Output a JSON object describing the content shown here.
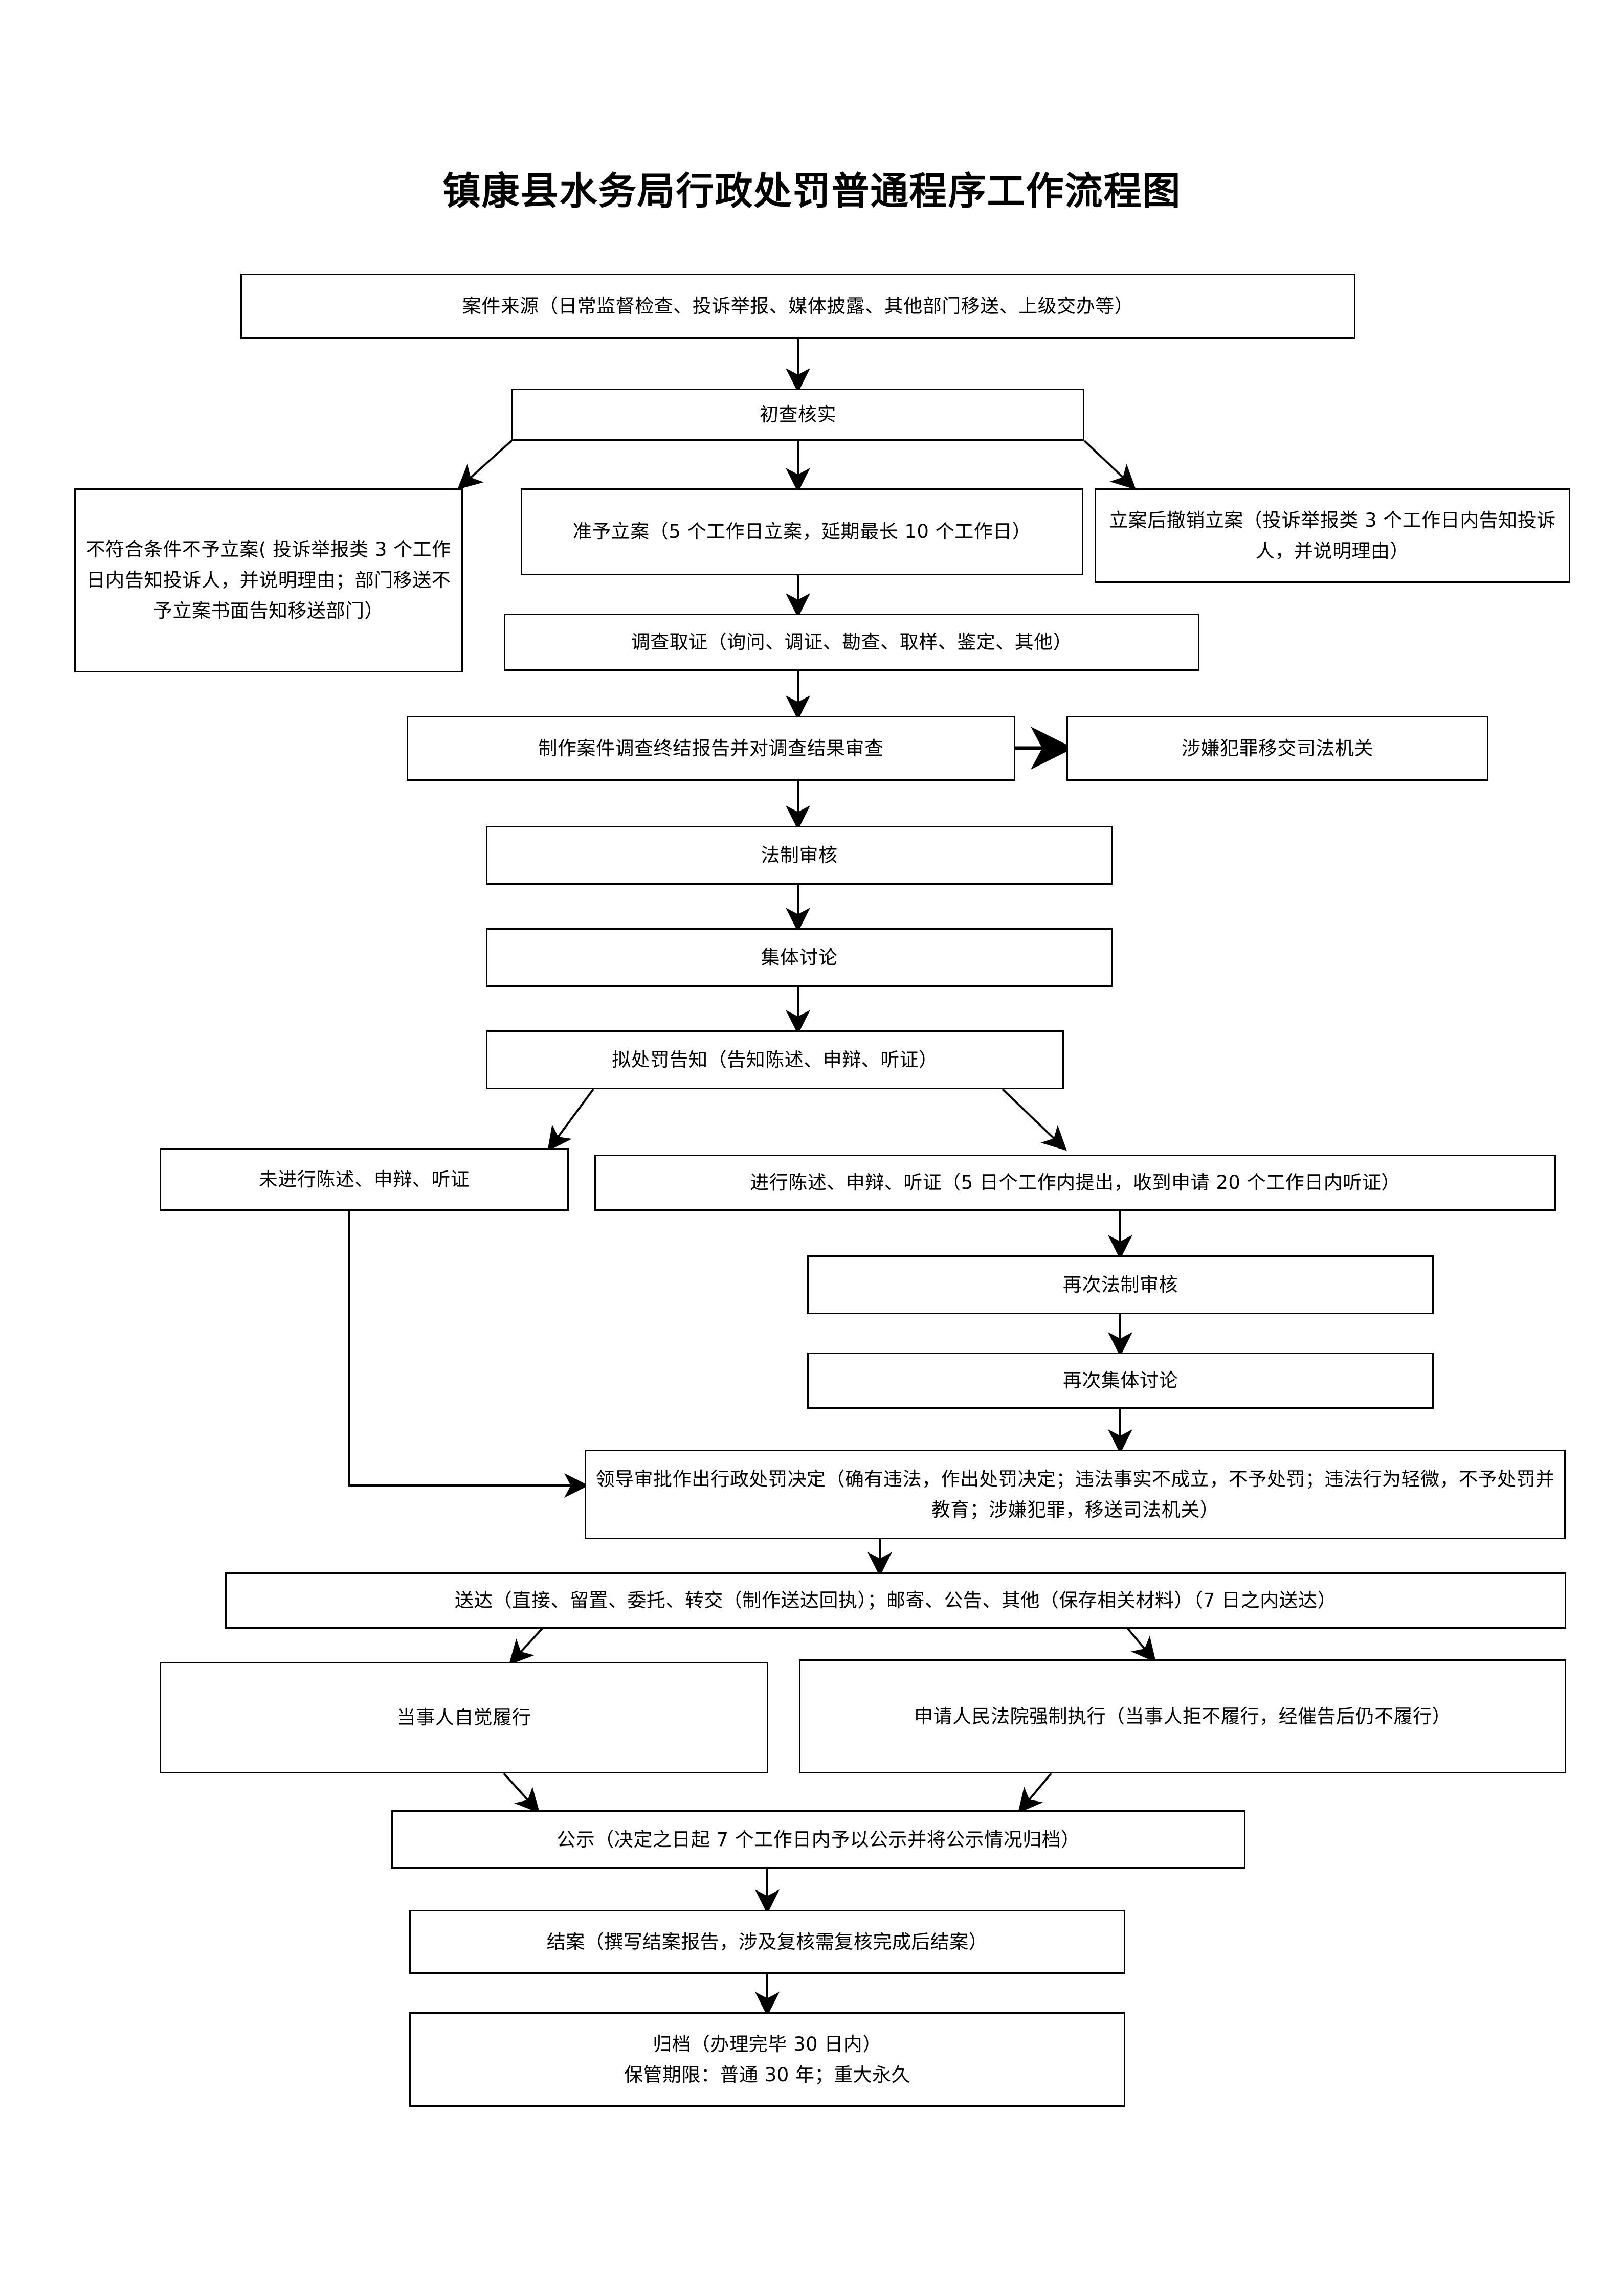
{
  "title": "镇康县水务局行政处罚普通程序工作流程图",
  "nodes": {
    "case_source": "案件来源（日常监督检查、投诉举报、媒体披露、其他部门移送、上级交办等）",
    "preliminary_check": "初查核实",
    "no_filing": "不符合条件不予立案( 投诉举报类 3 个工作日内告知投诉人，并说明理由；部门移送不予立案书面告知移送部门）",
    "approve_filing": "准予立案（5 个工作日立案，延期最长 10 个工作日）",
    "revoke_filing": "立案后撤销立案（投诉举报类 3 个工作日内告知投诉人，并说明理由）",
    "investigation": "调查取证（询问、调证、勘查、取样、鉴定、其他）",
    "final_report": "制作案件调查终结报告并对调查结果审查",
    "transfer_judicial": "涉嫌犯罪移交司法机关",
    "legal_review": "法制审核",
    "collective_discussion": "集体讨论",
    "penalty_notice": "拟处罚告知（告知陈述、申辩、听证）",
    "no_statement": "未进行陈述、申辩、听证",
    "yes_statement": "进行陈述、申辩、听证（5 日个工作内提出，收到申请 20 个工作日内听证）",
    "second_legal_review": "再次法制审核",
    "second_collective_discussion": "再次集体讨论",
    "leader_approval": "领导审批作出行政处罚决定（确有违法，作出处罚决定；违法事实不成立，不予处罚；违法行为轻微，不予处罚并教育；涉嫌犯罪，移送司法机关）",
    "delivery": "送达（直接、留置、委托、转交（制作送达回执）；邮寄、公告、其他（保存相关材料）（7 日之内送达）",
    "voluntary_performance": "当事人自觉履行",
    "court_enforcement": "申请人民法院强制执行（当事人拒不履行，经催告后仍不履行）",
    "publicity": "公示（决定之日起 7 个工作日内予以公示并将公示情况归档）",
    "case_closure": "结案（撰写结案报告，涉及复核需复核完成后结案）",
    "archive_line1": "归档（办理完毕 30 日内）",
    "archive_line2": "保管期限：普通 30 年；重大永久"
  }
}
